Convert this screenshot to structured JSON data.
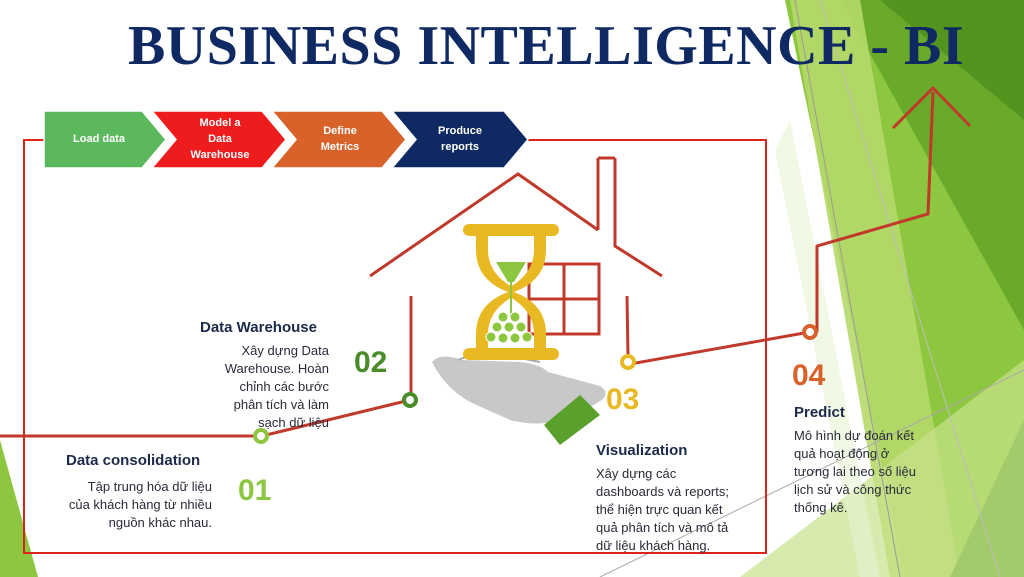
{
  "title": "BUSINESS INTELLIGENCE - BI",
  "process_steps": [
    {
      "label_lines": [
        "Load data"
      ],
      "color": "#5cb85c"
    },
    {
      "label_lines": [
        "Model a",
        "Data",
        "Warehouse"
      ],
      "color": "#ee1c1c"
    },
    {
      "label_lines": [
        "Define",
        "Metrics"
      ],
      "color": "#d9622b"
    },
    {
      "label_lines": [
        "Produce",
        "reports"
      ],
      "color": "#0f2a63"
    }
  ],
  "stages": [
    {
      "number": "01",
      "heading": "Data consolidation",
      "description": [
        "Tập trung hóa dữ liệu",
        "của khách hàng từ nhiều",
        "nguồn khác nhau."
      ],
      "color": "#8dc63f"
    },
    {
      "number": "02",
      "heading": "Data Warehouse",
      "description": [
        "Xây dựng Data",
        "Warehouse. Hoàn",
        "chỉnh các bước",
        "phân tích và làm",
        "sạch dữ liệu"
      ],
      "color": "#4a8c2a"
    },
    {
      "number": "03",
      "heading": "Visualization",
      "description": [
        "Xây dựng các",
        "dashboards và reports;",
        "thể hiện trực quan kết",
        "quả phân tích và mô tả",
        "dữ liệu khách hàng."
      ],
      "color": "#e8b923"
    },
    {
      "number": "04",
      "heading": "Predict",
      "description": [
        "Mô hình dự đoán kết",
        "quả hoạt động ở",
        "tương lai theo số liệu",
        "lịch sử và công thức",
        "thống kê."
      ],
      "color": "#d9622b"
    }
  ],
  "colors": {
    "frame": "#d9241c",
    "line": "#c0392b",
    "title": "#0f2a63",
    "hourglass_frame": "#e8b923",
    "hand": "#c8c8c8",
    "cuff": "#5aa02c"
  },
  "icons": [
    "house-icon",
    "hourglass-icon",
    "money-coin-icon",
    "window-icon",
    "hand-icon",
    "arrow-up-icon"
  ]
}
